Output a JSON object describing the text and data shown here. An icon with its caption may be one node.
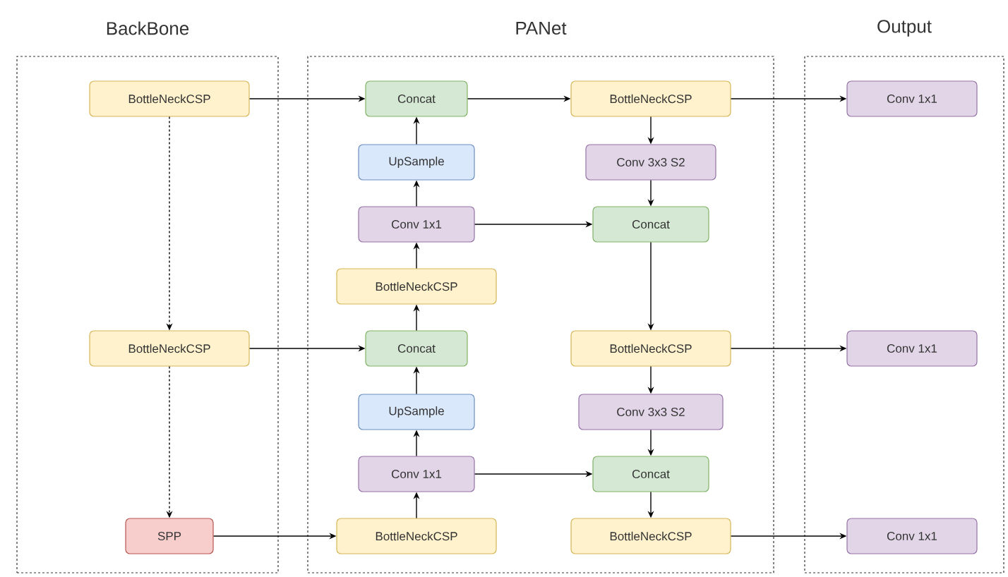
{
  "diagram": {
    "nodes": [
      {
        "text": [
          "BackBone"
        ]
      },
      {
        "text": [
          "PANet"
        ]
      },
      {
        "text": [
          "Output"
        ]
      },
      {
        "text": [
          "BottleNeckCSP"
        ],
        "in": 0
      },
      {
        "text": [
          "BottleNeckCSP"
        ],
        "in": 0
      },
      {
        "text": [
          "SPP"
        ],
        "in": 0
      },
      {
        "text": [
          "Concat"
        ],
        "in": 1
      },
      {
        "text": [
          "UpSample"
        ],
        "in": 1
      },
      {
        "text": [
          "Conv 1x1"
        ],
        "in": 1
      },
      {
        "text": [
          "BottleNeckCSP"
        ],
        "in": 1
      },
      {
        "text": [
          "Concat"
        ],
        "in": 1
      },
      {
        "text": [
          "UpSample"
        ],
        "in": 1
      },
      {
        "text": [
          "Conv 1x1"
        ],
        "in": 1
      },
      {
        "text": [
          "BottleNeckCSP"
        ],
        "in": 1
      },
      {
        "text": [
          "BottleNeckCSP"
        ],
        "in": 1
      },
      {
        "text": [
          "Conv 3x3 S2"
        ],
        "in": 1
      },
      {
        "text": [
          "Concat"
        ],
        "in": 1
      },
      {
        "text": [
          "BottleNeckCSP"
        ],
        "in": 1
      },
      {
        "text": [
          "Conv 3x3 S2"
        ],
        "in": 1
      },
      {
        "text": [
          "Concat"
        ],
        "in": 1
      },
      {
        "text": [
          "BottleNeckCSP"
        ],
        "in": 1
      },
      {
        "text": [
          "Conv 1x1"
        ],
        "in": 2
      },
      {
        "text": [
          "Conv 1x1"
        ],
        "in": 2
      },
      {
        "text": [
          "Conv 1x1"
        ],
        "in": 2
      }
    ],
    "edges": [
      {
        "from": 3,
        "to": 6,
        "arrow": "to"
      },
      {
        "from": 3,
        "to": 4,
        "arrow": "to",
        "style": "dashed"
      },
      {
        "from": 4,
        "to": 5,
        "arrow": "to",
        "style": "dashed"
      },
      {
        "from": 4,
        "to": 10,
        "arrow": "to"
      },
      {
        "from": 5,
        "to": 13,
        "arrow": "to"
      },
      {
        "from": 13,
        "to": 12,
        "arrow": "to"
      },
      {
        "from": 12,
        "to": 11,
        "arrow": "to"
      },
      {
        "from": 11,
        "to": 10,
        "arrow": "to"
      },
      {
        "from": 10,
        "to": 9,
        "arrow": "to"
      },
      {
        "from": 9,
        "to": 8,
        "arrow": "to"
      },
      {
        "from": 8,
        "to": 7,
        "arrow": "to"
      },
      {
        "from": 7,
        "to": 6,
        "arrow": "to"
      },
      {
        "from": 6,
        "to": 14,
        "arrow": "to"
      },
      {
        "from": 8,
        "to": 16,
        "arrow": "to"
      },
      {
        "from": 12,
        "to": 19,
        "arrow": "to"
      },
      {
        "from": 14,
        "to": 15,
        "arrow": "to"
      },
      {
        "from": 15,
        "to": 16,
        "arrow": "to"
      },
      {
        "from": 16,
        "to": 17,
        "arrow": "to"
      },
      {
        "from": 17,
        "to": 18,
        "arrow": "to"
      },
      {
        "from": 18,
        "to": 19,
        "arrow": "to"
      },
      {
        "from": 19,
        "to": 20,
        "arrow": "to"
      },
      {
        "from": 14,
        "to": 21,
        "arrow": "to"
      },
      {
        "from": 17,
        "to": 22,
        "arrow": "to"
      },
      {
        "from": 20,
        "to": 23,
        "arrow": "to"
      }
    ]
  }
}
